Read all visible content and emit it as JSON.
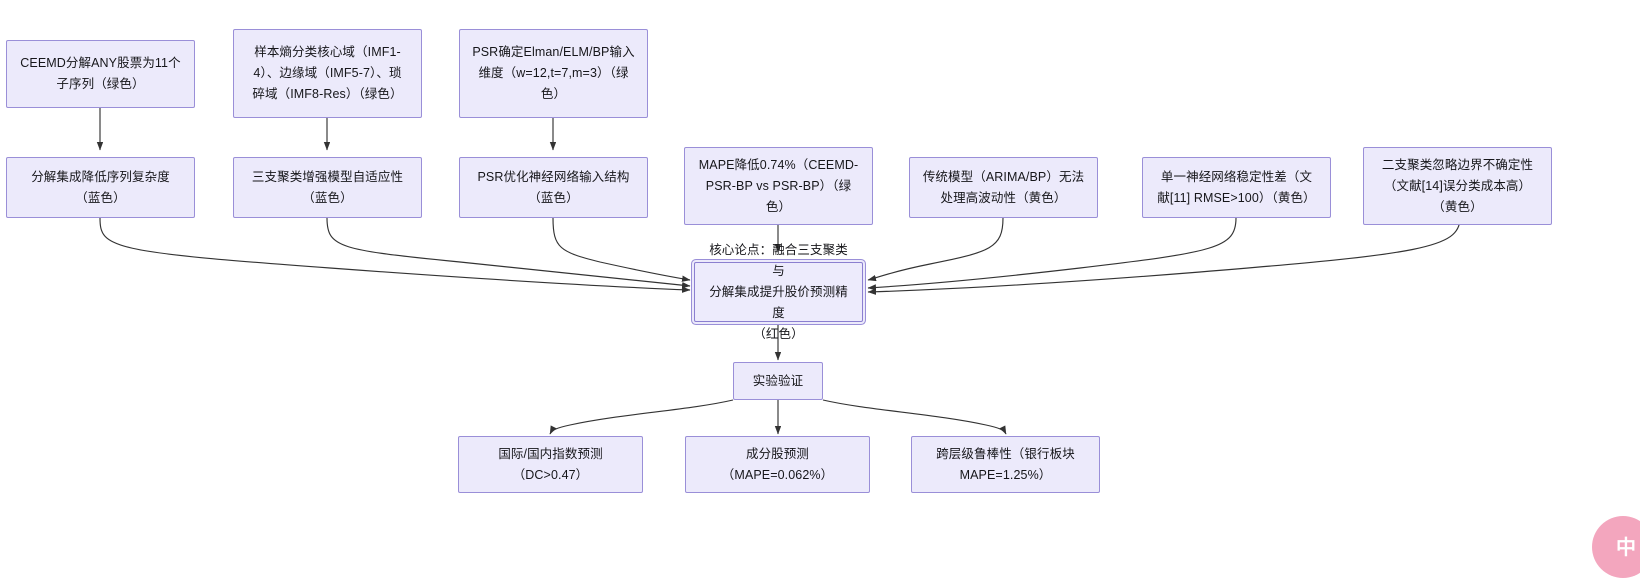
{
  "diagram": {
    "type": "flowchart",
    "direction": "top-down-converging",
    "nodes": [
      {
        "id": "n1",
        "label": "CEEMD分解ANY股票为11个子序列（绿色）",
        "group": "method-top",
        "color_note": "绿色"
      },
      {
        "id": "n2",
        "label": "样本熵分类核心域（IMF1-4）、边缘域（IMF5-7）、琐碎域（IMF8-Res）（绿色）",
        "group": "method-top",
        "color_note": "绿色"
      },
      {
        "id": "n3",
        "label": "PSR确定Elman/ELM/BP输入维度（w=12,t=7,m=3）（绿色）",
        "group": "method-top",
        "color_note": "绿色"
      },
      {
        "id": "n4",
        "label": "分解集成降低序列复杂度（蓝色）",
        "group": "evidence-mid",
        "color_note": "蓝色"
      },
      {
        "id": "n5",
        "label": "三支聚类增强模型自适应性（蓝色）",
        "group": "evidence-mid",
        "color_note": "蓝色"
      },
      {
        "id": "n6",
        "label": "PSR优化神经网络输入结构（蓝色）",
        "group": "evidence-mid",
        "color_note": "蓝色"
      },
      {
        "id": "n7",
        "label": "MAPE降低0.74%（CEEMD-PSR-BP vs PSR-BP）（绿色）",
        "group": "evidence-mid",
        "color_note": "绿色"
      },
      {
        "id": "n8",
        "label": "传统模型（ARIMA/BP）无法处理高波动性（黄色）",
        "group": "gap-mid",
        "color_note": "黄色"
      },
      {
        "id": "n9",
        "label": "单一神经网络稳定性差（文献[11] RMSE>100）（黄色）",
        "group": "gap-mid",
        "color_note": "黄色"
      },
      {
        "id": "n10",
        "label": "二支聚类忽略边界不确定性（文献[14]误分类成本高）（黄色）",
        "group": "gap-mid",
        "color_note": "黄色"
      },
      {
        "id": "n11",
        "label": "核心论点：融合三支聚类与分解集成提升股价预测精度（红色）",
        "group": "core-claim",
        "color_note": "红色"
      },
      {
        "id": "n12",
        "label": "实验验证",
        "group": "validation"
      },
      {
        "id": "n13",
        "label": "国际/国内指数预测（DC>0.47）",
        "group": "result-bottom"
      },
      {
        "id": "n14",
        "label": "成分股预测（MAPE=0.062%）",
        "group": "result-bottom"
      },
      {
        "id": "n15",
        "label": "跨层级鲁棒性（银行板块MAPE=1.25%）",
        "group": "result-bottom"
      }
    ],
    "edges": [
      {
        "from": "n1",
        "to": "n4"
      },
      {
        "from": "n2",
        "to": "n5"
      },
      {
        "from": "n3",
        "to": "n6"
      },
      {
        "from": "n4",
        "to": "n11"
      },
      {
        "from": "n5",
        "to": "n11"
      },
      {
        "from": "n6",
        "to": "n11"
      },
      {
        "from": "n7",
        "to": "n11"
      },
      {
        "from": "n8",
        "to": "n11"
      },
      {
        "from": "n9",
        "to": "n11"
      },
      {
        "from": "n10",
        "to": "n11"
      },
      {
        "from": "n11",
        "to": "n12"
      },
      {
        "from": "n12",
        "to": "n13"
      },
      {
        "from": "n12",
        "to": "n14"
      },
      {
        "from": "n12",
        "to": "n15"
      }
    ],
    "node_lines": {
      "n1": [
        "CEEMD分解ANY股票为11个",
        "子序列（绿色）"
      ],
      "n2": [
        "样本熵分类核心域（IMF1-",
        "4）、边缘域（IMF5-7）、琐",
        "碎域（IMF8-Res）（绿色）"
      ],
      "n3": [
        "PSR确定Elman/ELM/BP输入",
        "维度（w=12,t=7,m=3）（绿",
        "色）"
      ],
      "n4": [
        "分解集成降低序列复杂度",
        "（蓝色）"
      ],
      "n5": [
        "三支聚类增强模型自适应性",
        "（蓝色）"
      ],
      "n6": [
        "PSR优化神经网络输入结构",
        "（蓝色）"
      ],
      "n7": [
        "MAPE降低0.74%（CEEMD-",
        "PSR-BP vs PSR-BP）（绿",
        "色）"
      ],
      "n8": [
        "传统模型（ARIMA/BP）无法",
        "处理高波动性（黄色）"
      ],
      "n9": [
        "单一神经网络稳定性差（文",
        "献[11] RMSE>100）（黄色）"
      ],
      "n10": [
        "二支聚类忽略边界不确定性",
        "（文献[14]误分类成本高）",
        "（黄色）"
      ],
      "n11": [
        "核心论点：融合三支聚类与",
        "分解集成提升股价预测精度",
        "（红色）"
      ],
      "n12": [
        "实验验证"
      ],
      "n13": [
        "国际/国内指数预测",
        "（DC>0.47）"
      ],
      "n14": [
        "成分股预测",
        "（MAPE=0.062%）"
      ],
      "n15": [
        "跨层级鲁棒性（银行板块",
        "MAPE=1.25%）"
      ]
    },
    "colors": {
      "node_fill": "#ECEAFB",
      "node_border": "#9A8FD8",
      "edge_stroke": "#333333",
      "text": "#16161a",
      "watermark_bg": "#F3A6BE"
    }
  },
  "watermark": {
    "text": "中"
  }
}
